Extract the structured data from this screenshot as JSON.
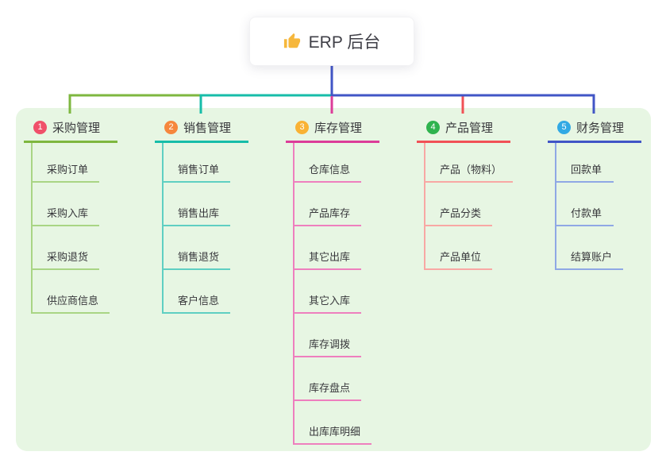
{
  "theme": {
    "canvas_bg": "#ffffff",
    "panel_bg": "#e7f6e3",
    "text_color": "#38383c"
  },
  "root": {
    "title": "ERP 后台",
    "icon": "thumbs-up-icon",
    "icon_color": "#f6b73c"
  },
  "branches": [
    {
      "number": "1",
      "title": "采购管理",
      "badge_color": "#f0506a",
      "line_color": "#7eb73f",
      "child_line_color": "#a9d584",
      "children": [
        "采购订单",
        "采购入库",
        "采购退货",
        "供应商信息"
      ]
    },
    {
      "number": "2",
      "title": "销售管理",
      "badge_color": "#f6873d",
      "line_color": "#17bda9",
      "child_line_color": "#5fcfc2",
      "children": [
        "销售订单",
        "销售出库",
        "销售退货",
        "客户信息"
      ]
    },
    {
      "number": "3",
      "title": "库存管理",
      "badge_color": "#f9b234",
      "line_color": "#dc3c99",
      "child_line_color": "#ee7fbe",
      "children": [
        "仓库信息",
        "产品库存",
        "其它出库",
        "其它入库",
        "库存调拨",
        "库存盘点",
        "出库库明细"
      ]
    },
    {
      "number": "4",
      "title": "产品管理",
      "badge_color": "#2fb34e",
      "line_color": "#f15156",
      "child_line_color": "#f8a8a4",
      "children": [
        "产品（物料）",
        "产品分类",
        "产品单位"
      ]
    },
    {
      "number": "5",
      "title": "财务管理",
      "badge_color": "#32a9e4",
      "line_color": "#4155c6",
      "child_line_color": "#8fa8e5",
      "children": [
        "回款单",
        "付款单",
        "结算账户"
      ]
    }
  ]
}
